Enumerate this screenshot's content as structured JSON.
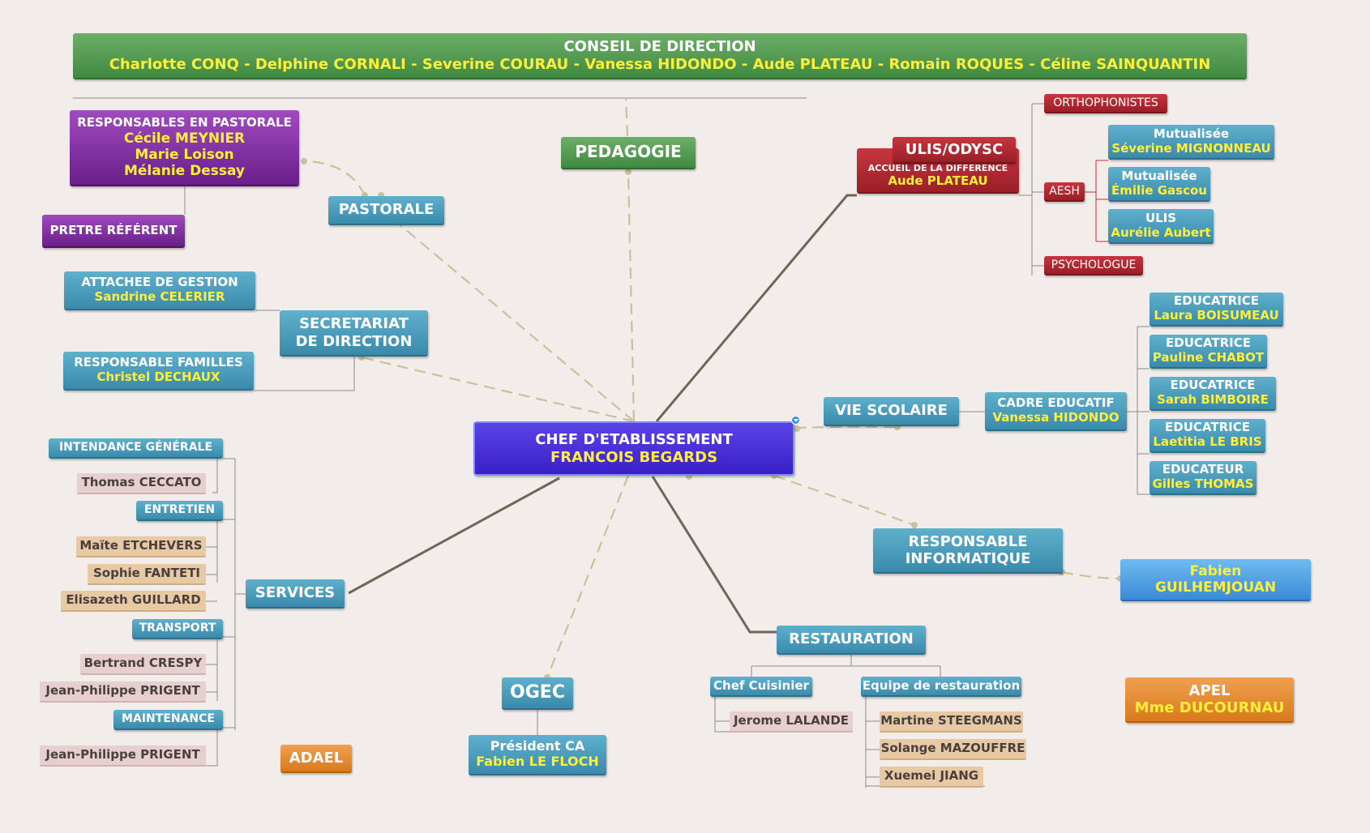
{
  "conseil": {
    "title": "CONSEIL DE DIRECTION",
    "members": "Charlotte CONQ - Delphine CORNALI - Severine COURAU -  Vanessa HIDONDO - Aude PLATEAU - Romain ROQUES - Céline SAINQUANTIN"
  },
  "center": {
    "title": "CHEF D'ETABLISSEMENT",
    "name": "FRANCOIS BEGARDS"
  },
  "pedagogie": "PEDAGOGIE",
  "pastorale": {
    "label": "PASTORALE",
    "responsables_title": "RESPONSABLES EN PASTORALE",
    "responsables": [
      "Cécile MEYNIER",
      "Marie Loison",
      "Mélanie Dessay"
    ],
    "pretre": "PRETRE RÉFÉRENT"
  },
  "secretariat": {
    "label_l1": "SECRETARIAT",
    "label_l2": "DE DIRECTION",
    "attachee_title": "ATTACHEE DE GESTION",
    "attachee_name": "Sandrine CELERIER",
    "familles_title": "RESPONSABLE FAMILLES",
    "familles_name": "Christel DECHAUX"
  },
  "services": {
    "label": "SERVICES",
    "intendance": "INTENDANCE GÉNÉRALE",
    "intendance_people": [
      "Thomas CECCATO"
    ],
    "entretien": "ENTRETIEN",
    "entretien_people": [
      "Maïte ETCHEVERS",
      "Sophie FANTETI",
      "Elisazeth GUILLARD"
    ],
    "transport": "TRANSPORT",
    "transport_people": [
      "Bertrand CRESPY",
      "Jean-Philippe PRIGENT"
    ],
    "maintenance": "MAINTENANCE",
    "maintenance_people": [
      "Jean-Philippe PRIGENT"
    ]
  },
  "adael": "ADAEL",
  "ogec": {
    "label": "OGEC",
    "president_title": "Président CA",
    "president_name": "Fabien LE FLOCH"
  },
  "restauration": {
    "label": "RESTAURATION",
    "chef_title": "Chef Cuisinier",
    "chef_name": "Jerome LALANDE",
    "equipe_title": "Equipe de restauration",
    "equipe": [
      "Martine STEEGMANS",
      "Solange MAZOUFFRE",
      "Xuemei JIANG"
    ]
  },
  "apel": {
    "label": "APEL",
    "name": "Mme DUCOURNAU"
  },
  "informatique": {
    "label_l1": "RESPONSABLE",
    "label_l2": "INFORMATIQUE",
    "name_l1": "Fabien",
    "name_l2": "GUILHEMJOUAN"
  },
  "vie_scolaire": {
    "label": "VIE SCOLAIRE",
    "cadre_title": "CADRE EDUCATIF",
    "cadre_name": "Vanessa HIDONDO",
    "educ": [
      {
        "title": "EDUCATRICE",
        "name": "Laura BOISUMEAU"
      },
      {
        "title": "EDUCATRICE",
        "name": "Pauline CHABOT"
      },
      {
        "title": "EDUCATRICE",
        "name": "Sarah  BIMBOIRE"
      },
      {
        "title": "EDUCATRICE",
        "name": "Laetitia LE BRIS"
      },
      {
        "title": "EDUCATEUR",
        "name": "Gilles THOMAS"
      }
    ]
  },
  "ulis": {
    "label": "ULIS/ODYSC",
    "subtitle": "ACCUEIL DE LA DIFFÉRENCE",
    "name": "Aude PLATEAU",
    "ortho": "ORTHOPHONISTES",
    "aesh": "AESH",
    "psycho": "PSYCHOLOGUE",
    "aesh_items": [
      {
        "title": "Mutualisée",
        "name": "Séverine MIGNONNEAU"
      },
      {
        "title": "Mutualisée",
        "name": "Émilie Gascou"
      },
      {
        "title": "ULIS",
        "name": "Aurélie Aubert"
      }
    ]
  },
  "colors": {
    "blue": "#3a8aac",
    "center": "#3a1fc8",
    "red": "#9a1f27",
    "purple": "#6a1f8a",
    "green": "#3f8a40",
    "orange": "#d97a1c"
  }
}
